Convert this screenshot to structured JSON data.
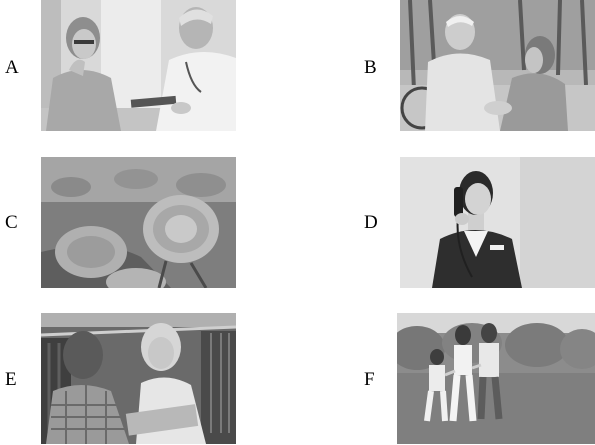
{
  "options": [
    {
      "letter": "A",
      "photo": "photo-doctor-consulting-patient"
    },
    {
      "letter": "B",
      "photo": "photo-caregiver-with-elderly-man-in-wheelchair"
    },
    {
      "letter": "C",
      "photo": "photo-peony-flowers"
    },
    {
      "letter": "D",
      "photo": "photo-receptionist-on-telephone"
    },
    {
      "letter": "E",
      "photo": "photo-shop-assistant-helping-customer"
    },
    {
      "letter": "F",
      "photo": "photo-family-walking-in-park"
    }
  ]
}
